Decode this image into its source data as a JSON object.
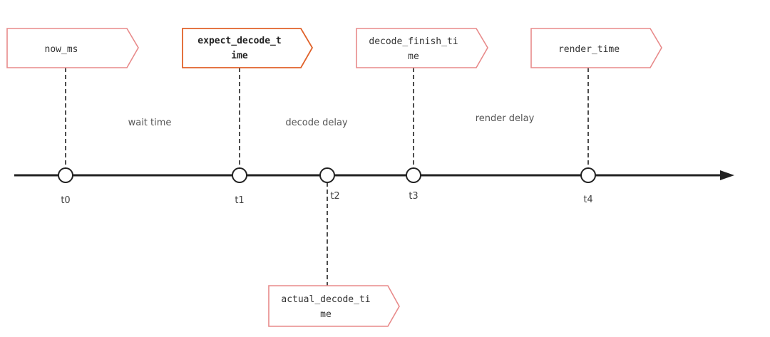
{
  "colors": {
    "tag_border": "#e88a8a",
    "tag_border_highlight": "#e0622a",
    "axis": "#222222",
    "dash": "#222222",
    "node_fill": "#ffffff"
  },
  "ticks": [
    "t0",
    "t1",
    "t2",
    "t3",
    "t4"
  ],
  "phases": {
    "wait": "wait time",
    "decode": "decode delay",
    "render": "render delay"
  },
  "tags": {
    "now_ms": [
      "now_ms"
    ],
    "expect_decode_time": [
      "expect_decode_t",
      "ime"
    ],
    "decode_finish_time": [
      "decode_finish_ti",
      "me"
    ],
    "render_time": [
      "render_time"
    ],
    "actual_decode_time": [
      "actual_decode_ti",
      "me"
    ]
  }
}
